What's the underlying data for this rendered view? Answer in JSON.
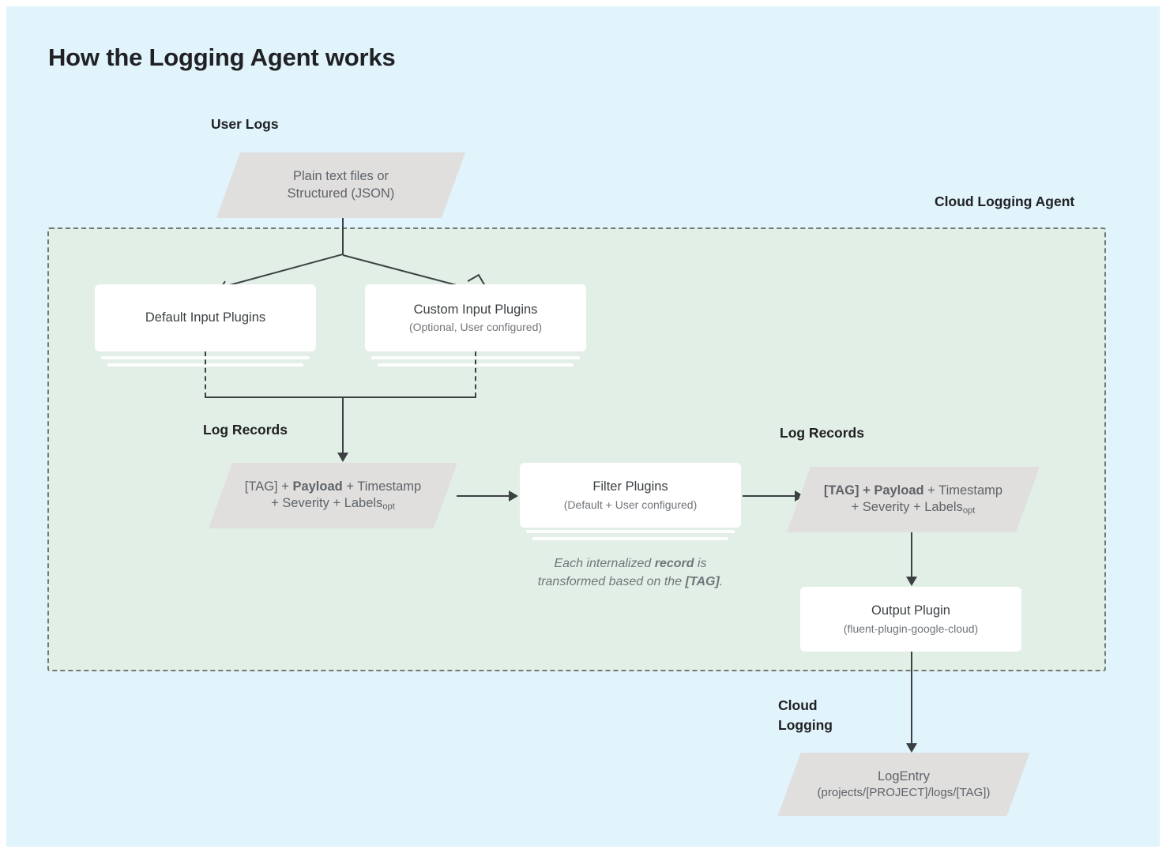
{
  "page": {
    "title": "How the Logging Agent works",
    "background_color": "#e1f3fb",
    "agent_region_color": "#e2efe6",
    "shape_color": "#e0dfde",
    "text_color": "#5f6368",
    "line_color": "#3c4043"
  },
  "labels": {
    "user_logs": "User Logs",
    "cloud_logging_agent": "Cloud Logging Agent",
    "log_records_left": "Log Records",
    "log_records_right": "Log Records",
    "cloud_logging": "Cloud\nLogging"
  },
  "nodes": {
    "user_logs_source": {
      "line1": "Plain text files or",
      "line2": "Structured (JSON)"
    },
    "default_input_plugins": {
      "title": "Default Input Plugins",
      "subtitle": ""
    },
    "custom_input_plugins": {
      "title": "Custom Input Plugins",
      "subtitle": "(Optional, User configured)"
    },
    "log_record_left": {
      "tag": "[TAG]",
      "plus1": " + ",
      "payload": "Payload",
      "rest1": " + Timestamp",
      "line2_pre": "+ Severity + Labels",
      "line2_sub": "opt"
    },
    "filter_plugins": {
      "title": "Filter Plugins",
      "subtitle": "(Default + User configured)"
    },
    "log_record_right": {
      "tag": "[TAG]",
      "plus1": " + ",
      "payload": "Payload",
      "rest1": " + Timestamp",
      "line2_pre": "+ Severity + Labels",
      "line2_sub": "opt"
    },
    "output_plugin": {
      "title": "Output Plugin",
      "subtitle": "(fluent-plugin-google-cloud)"
    },
    "log_entry": {
      "title": "LogEntry",
      "subtitle": "(projects/[PROJECT]/logs/[TAG])"
    }
  },
  "notes": {
    "filter_note_part1": "Each internalized ",
    "filter_note_bold1": "record",
    "filter_note_part2": " is\ntransformed based on the ",
    "filter_note_bold2": "[TAG]",
    "filter_note_part3": "."
  }
}
